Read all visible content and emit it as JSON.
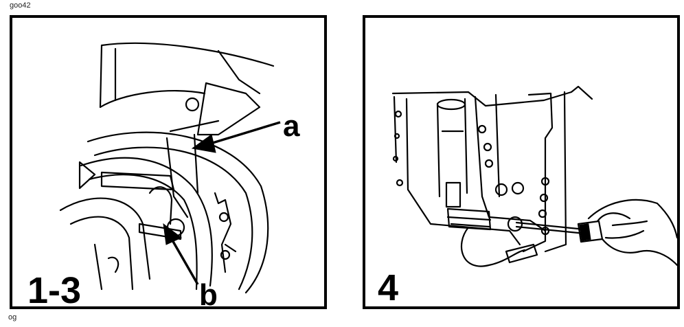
{
  "header": {
    "code": "goo42"
  },
  "footer": {
    "code": "og"
  },
  "panels": [
    {
      "step": "1-3",
      "callouts": [
        "a",
        "b"
      ]
    },
    {
      "step": "4"
    }
  ]
}
